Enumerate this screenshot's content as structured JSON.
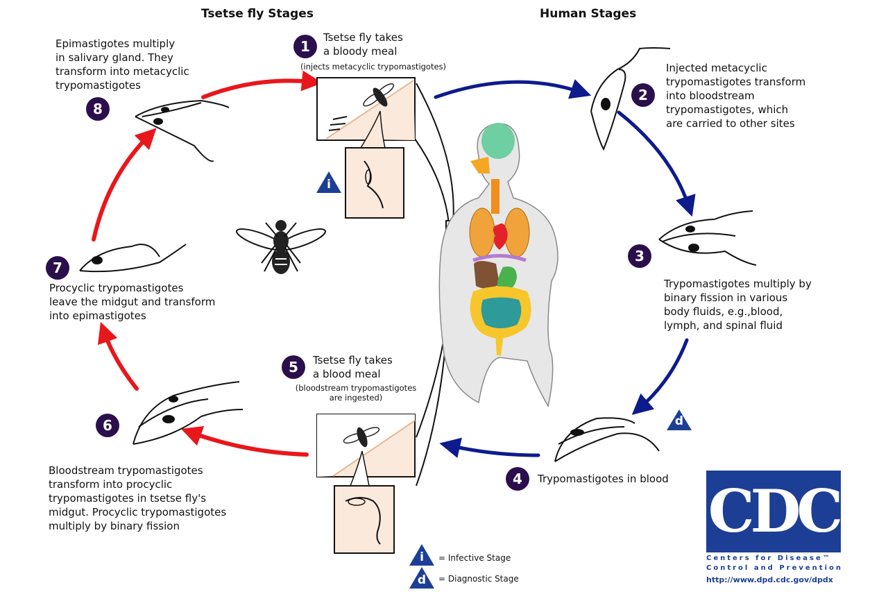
{
  "headers": {
    "tsetse": "Tsetse fly Stages",
    "human": "Human Stages"
  },
  "steps": [
    {
      "num": "1",
      "text": "Tsetse fly takes\n  a bloody meal",
      "note": "(injects metacyclic trypomastigotes)"
    },
    {
      "num": "2",
      "text": "Injected metacyclic\ntrypomastigotes transform\ninto bloodstream\ntrypomastigotes, which\nare carried to other sites"
    },
    {
      "num": "3",
      "text": "Trypomastigotes multiply by\nbinary fission in various\nbody fluids, e.g.,blood,\nlymph, and spinal fluid"
    },
    {
      "num": "4",
      "text": "Trypomastigotes in blood"
    },
    {
      "num": "5",
      "text": "Tsetse fly takes\n   a blood meal",
      "note": "(bloodstream trypomastigotes\nare ingested)"
    },
    {
      "num": "6",
      "text": "Bloodstream trypomastigotes\ntransform into procyclic\ntrypomastigotes in tsetse fly's\nmidgut. Procyclic trypomastigotes\nmultiply by binary fission"
    },
    {
      "num": "7",
      "text": "Procyclic trypomastigotes\nleave the midgut and transform\ninto epimastigotes"
    },
    {
      "num": "8",
      "text": "Epimastigotes multiply\nin salivary gland. They\ntransform into metacyclic\ntrypomastigotes"
    }
  ],
  "markers": {
    "infective": "i",
    "diagnostic": "d"
  },
  "legend": {
    "infective_label": "= Infective Stage",
    "diagnostic_label": "= Diagnostic Stage"
  },
  "logo": {
    "text": "CDC",
    "line1": "Centers for Disease™",
    "line2": "Control and Prevention",
    "url": "http://www.dpd.cdc.gov/dpdx"
  },
  "colors": {
    "human_arrow": "#0d1b8c",
    "fly_arrow": "#e8171b",
    "badge": "#2b0f4d",
    "marker": "#1c3f95",
    "skin": "#fbe9dc"
  }
}
